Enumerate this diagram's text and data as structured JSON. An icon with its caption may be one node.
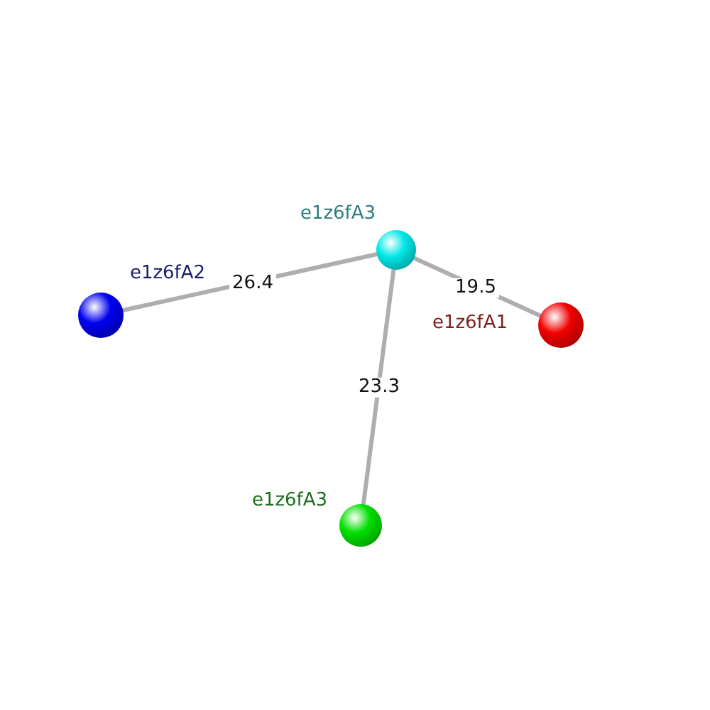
{
  "diagram": {
    "nodes": [
      {
        "text": [],
        "shape": "sphere",
        "beside": [
          "e1z6fA3"
        ]
      },
      {
        "text": [],
        "shape": "sphere",
        "beside": [
          "e1z6fA2"
        ]
      },
      {
        "text": [],
        "shape": "sphere",
        "beside": [
          "e1z6fA1"
        ]
      },
      {
        "text": [],
        "shape": "sphere",
        "beside": [
          "e1z6fA3"
        ]
      }
    ],
    "edges": [
      {
        "from": 0,
        "to": 1,
        "arrow": "none",
        "label": "26.4"
      },
      {
        "from": 0,
        "to": 2,
        "arrow": "none",
        "label": "19.5"
      },
      {
        "from": 0,
        "to": 3,
        "arrow": "none",
        "label": "23.3"
      }
    ]
  }
}
